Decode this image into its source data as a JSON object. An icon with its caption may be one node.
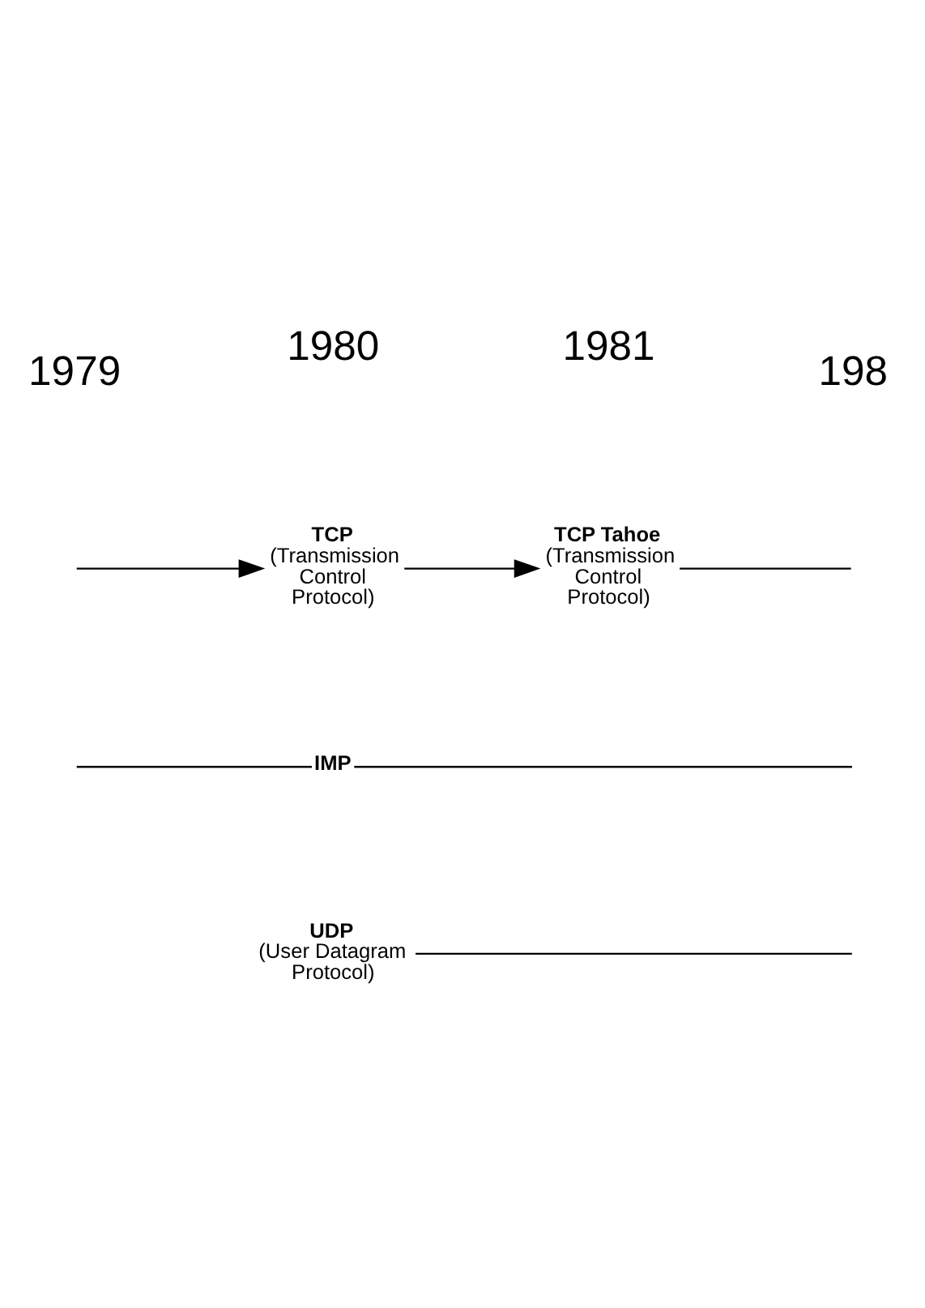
{
  "diagram": {
    "nodes": [
      {
        "text": [
          "TCP",
          "(Transmission Control Protocol)"
        ]
      },
      {
        "text": [
          "TCP Tahoe",
          "(Transmission Control Protocol)"
        ]
      },
      {
        "text": [
          "IMP"
        ]
      },
      {
        "text": [
          "UDP",
          "(User Datagram Protocol)"
        ]
      }
    ],
    "edges": [
      {
        "from": null,
        "to": 0,
        "arrow": "to"
      },
      {
        "from": 0,
        "to": 1,
        "arrow": "to"
      },
      {
        "from": 1,
        "to": null,
        "arrow": "none"
      },
      {
        "from": null,
        "to": 2,
        "arrow": "none"
      },
      {
        "from": 2,
        "to": null,
        "arrow": "none"
      },
      {
        "from": 3,
        "to": null,
        "arrow": "none"
      }
    ],
    "labels": [
      "1979",
      "1980",
      "1981",
      "198"
    ]
  }
}
